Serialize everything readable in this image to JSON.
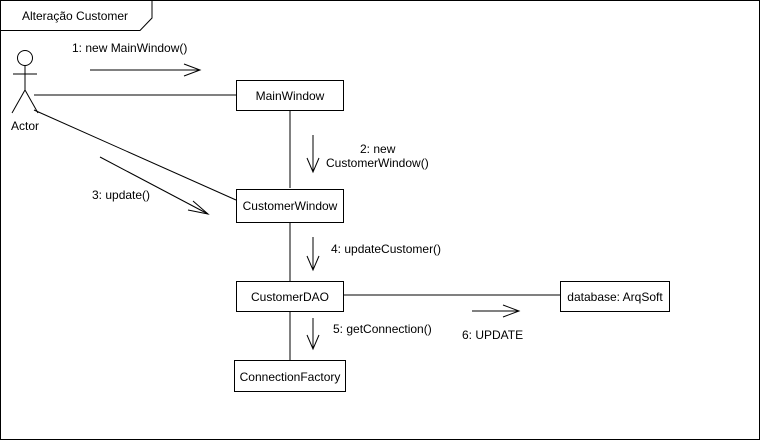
{
  "frame": {
    "title": "Alteração Customer"
  },
  "actor": {
    "label": "Actor",
    "icon": "stick-figure-icon"
  },
  "objects": {
    "main_window": "MainWindow",
    "customer_window": "CustomerWindow",
    "customer_dao": "CustomerDAO",
    "connection_factory": "ConnectionFactory",
    "database": "database: ArqSoft"
  },
  "messages": {
    "m1": "1: new MainWindow()",
    "m2_line1": "2: new",
    "m2_line2": "CustomerWindow()",
    "m3": "3: update()",
    "m4": "4: updateCustomer()",
    "m5": "5: getConnection()",
    "m6": "6: UPDATE"
  },
  "colors": {
    "stroke": "#000000",
    "background": "#ffffff"
  }
}
